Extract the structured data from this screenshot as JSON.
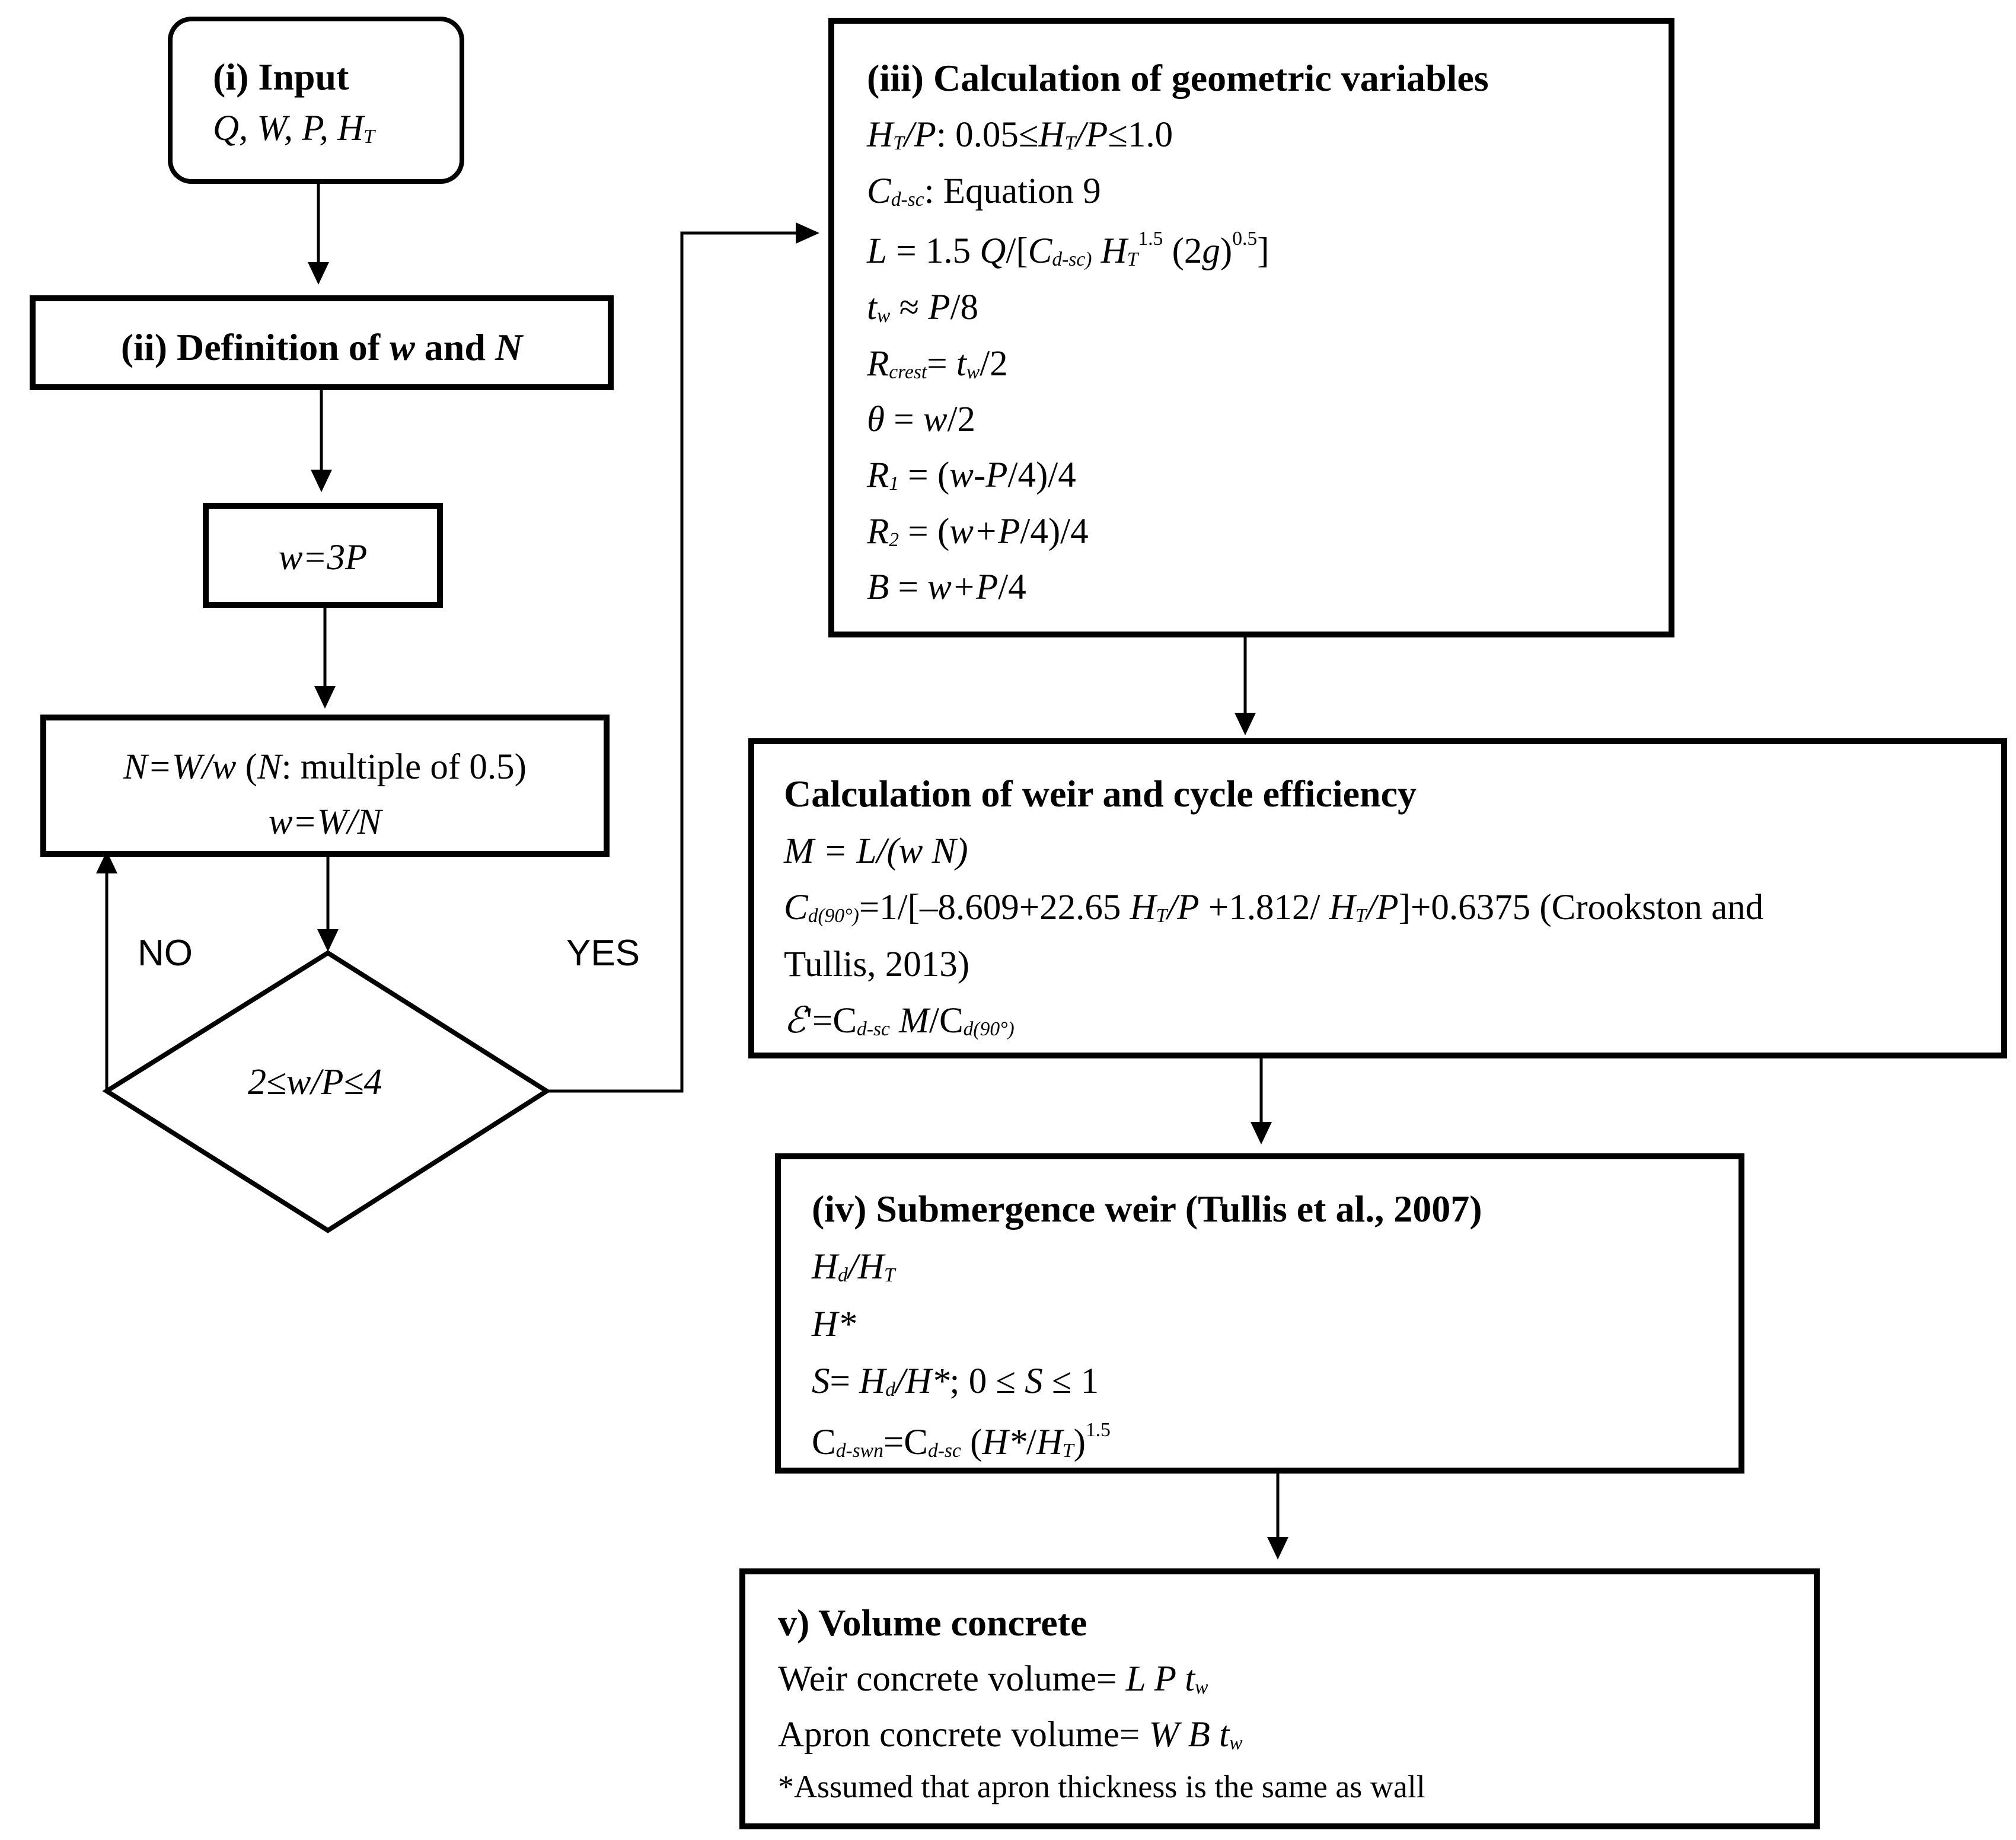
{
  "input_box": {
    "title": "(i) Input",
    "vars": "Q, W, P, H",
    "vars_sub": "T"
  },
  "definition_box": {
    "title_prefix": "(ii) Definition of ",
    "var_w": "w",
    "title_and": " and ",
    "var_n": "N"
  },
  "w3p_box": {
    "text": "w=3P"
  },
  "n_box": {
    "line1_var": "N=W/w",
    "line1_paren_open": " (",
    "line1_n": "N",
    "line1_rest": ": multiple of 0.5)",
    "line2": "w=W/N"
  },
  "decision": {
    "condition": "2≤w/P≤4",
    "no_label": "NO",
    "yes_label": "YES"
  },
  "geometric_box": {
    "title": "(iii) Calculation of geometric variables",
    "l1_a": "H",
    "l1_a_sub": "T",
    "l1_b": "/P",
    "l1_c": ": 0.05≤",
    "l1_d": "H",
    "l1_d_sub": "T",
    "l1_e": "/P",
    "l1_f": "≤1.0",
    "l2_a": "C",
    "l2_a_sub": "d-sc",
    "l2_b": ": Equation 9",
    "l3_a": "L",
    "l3_b": " = 1.5 ",
    "l3_c": "Q",
    "l3_d": "/[",
    "l3_e": "C",
    "l3_e_sub": "d-sc)",
    "l3_f": " H",
    "l3_f_sub": "T",
    "l3_sup1": "1.5",
    "l3_g": " (2",
    "l3_h": "g",
    "l3_i": ")",
    "l3_sup2": "0.5",
    "l3_j": "]",
    "l4_a": "t",
    "l4_a_sub": "w",
    "l4_b": " ≈ ",
    "l4_c": "P",
    "l4_d": "/8",
    "l5_a": "R",
    "l5_a_sub": "crest",
    "l5_b": "= ",
    "l5_c": "t",
    "l5_c_sub": "w",
    "l5_d": "/2",
    "l6_a": "θ",
    "l6_b": " = ",
    "l6_c": "w",
    "l6_d": "/2",
    "l7_a": "R",
    "l7_a_sub": "1",
    "l7_b": " = (",
    "l7_c": "w-P",
    "l7_d": "/4)/4",
    "l8_a": "R",
    "l8_a_sub": "2",
    "l8_b": " = (",
    "l8_c": "w+P",
    "l8_d": "/4)/4",
    "l9_a": "B",
    "l9_b": " = ",
    "l9_c": "w+P",
    "l9_d": "/4"
  },
  "efficiency_box": {
    "title": "Calculation of weir and cycle efficiency",
    "l1": "M = L/(w N)",
    "l2_a": "C",
    "l2_a_sub": "d(90°)",
    "l2_b": "=1/[–8.609+22.65 ",
    "l2_c": "H",
    "l2_c_sub": "T",
    "l2_d": "/P",
    "l2_e": " +1.812/ ",
    "l2_f": "H",
    "l2_f_sub": "T",
    "l2_g": "/P",
    "l2_h": "]+0.6375 (Crookston and",
    "l3": "Tullis, 2013)",
    "l4_a": "ℰ",
    "l4_b": "'=C",
    "l4_b_sub": "d-sc",
    "l4_c": " M",
    "l4_d": "/C",
    "l4_d_sub": "d(90°)"
  },
  "submergence_box": {
    "title": "(iv) Submergence weir (Tullis et al., 2007)",
    "l1_a": "H",
    "l1_a_sub": "d",
    "l1_b": "/H",
    "l1_b_sub": "T",
    "l2": "H*",
    "l3_a": "S",
    "l3_b": "= ",
    "l3_c": "H",
    "l3_c_sub": "d",
    "l3_d": "/H*",
    "l3_e": "; 0 ≤ ",
    "l3_f": "S",
    "l3_g": " ≤ 1",
    "l4_a": "C",
    "l4_a_sub": "d-swn",
    "l4_b": "=C",
    "l4_b_sub": "d-sc",
    "l4_c": " (",
    "l4_d": "H*",
    "l4_e": "/",
    "l4_f": "H",
    "l4_f_sub": "T",
    "l4_g": ")",
    "l4_sup": "1.5"
  },
  "volume_box": {
    "title": "v) Volume concrete",
    "l1_text": "Weir concrete volume= ",
    "l1_var": "L P t",
    "l1_sub": "w",
    "l2_text": "Apron concrete volume= ",
    "l2_var": "W B t",
    "l2_sub": "w",
    "note": "*Assumed that apron thickness is the same as wall"
  }
}
